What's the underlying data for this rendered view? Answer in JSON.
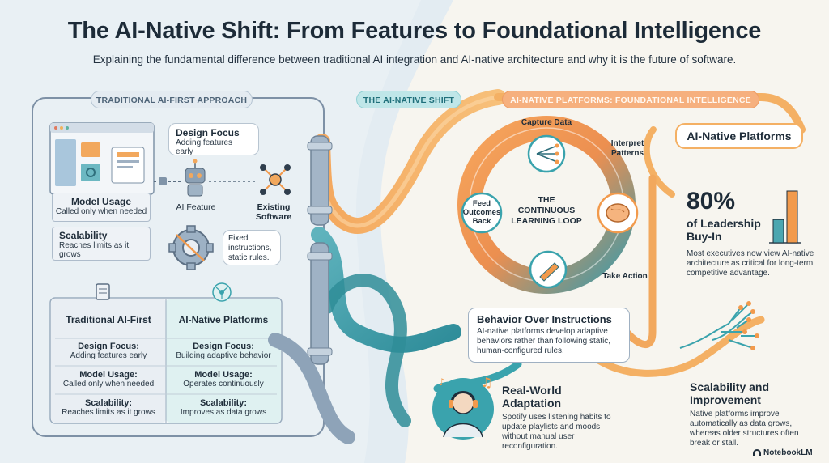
{
  "header": {
    "title": "The AI-Native Shift: From Features to Foundational Intelligence",
    "subtitle": "Explaining the fundamental difference between traditional AI integration and AI-native architecture and why it is the future of software."
  },
  "pills": {
    "traditional": "TRADITIONAL AI-FIRST APPROACH",
    "shift": "THE AI-NATIVE SHIFT",
    "native": "AI-NATIVE PLATFORMS: FOUNDATIONAL INTELLIGENCE"
  },
  "traditional": {
    "design_focus": {
      "title": "Design Focus",
      "desc": "Adding features early"
    },
    "model_usage": {
      "title": "Model Usage",
      "desc": "Called only when needed"
    },
    "scalability": {
      "title": "Scalability",
      "desc": "Reaches limits as it grows"
    },
    "ai_feature": "AI Feature",
    "existing_software": "Existing Software",
    "fixed_note": "Fixed instructions, static rules."
  },
  "comparison": {
    "left": {
      "header": "Traditional AI-First",
      "rows": [
        {
          "k": "Design Focus:",
          "v": "Adding features early"
        },
        {
          "k": "Model Usage:",
          "v": "Called only when needed"
        },
        {
          "k": "Scalability:",
          "v": "Reaches limits as it grows"
        }
      ]
    },
    "right": {
      "header": "AI-Native Platforms",
      "rows": [
        {
          "k": "Design Focus:",
          "v": "Building adaptive behavior"
        },
        {
          "k": "Model Usage:",
          "v": "Operates continuously"
        },
        {
          "k": "Scalability:",
          "v": "Improves as data grows"
        }
      ]
    }
  },
  "loop": {
    "center": "THE CONTINUOUS LEARNING LOOP",
    "capture": "Capture Data",
    "interpret": "Interpret Patterns",
    "act": "Take Action",
    "feed": "Feed Outcomes Back"
  },
  "behavior": {
    "title": "Behavior Over Instructions",
    "desc": "AI-native platforms develop adaptive behaviors rather than following static, human-configured rules."
  },
  "native": {
    "label": "AI-Native Platforms",
    "stat": "80%",
    "stat_label": "of Leadership Buy-In",
    "stat_desc": "Most executives now view AI-native architecture as critical for long-term competitive advantage.",
    "stat_bars": [
      0.45,
      1.0
    ],
    "realworld_title": "Real-World Adaptation",
    "realworld_desc": "Spotify uses listening habits to update playlists and moods without manual user reconfiguration.",
    "scal_title": "Scalability and Improvement",
    "scal_desc": "Native platforms improve automatically as data grows, whereas older structures often break or stall."
  },
  "brand": "NotebookLM",
  "colors": {
    "orange": "#f29a4c",
    "teal": "#3aa3ad",
    "slate": "#8797ab",
    "navy": "#1f2d3a"
  }
}
